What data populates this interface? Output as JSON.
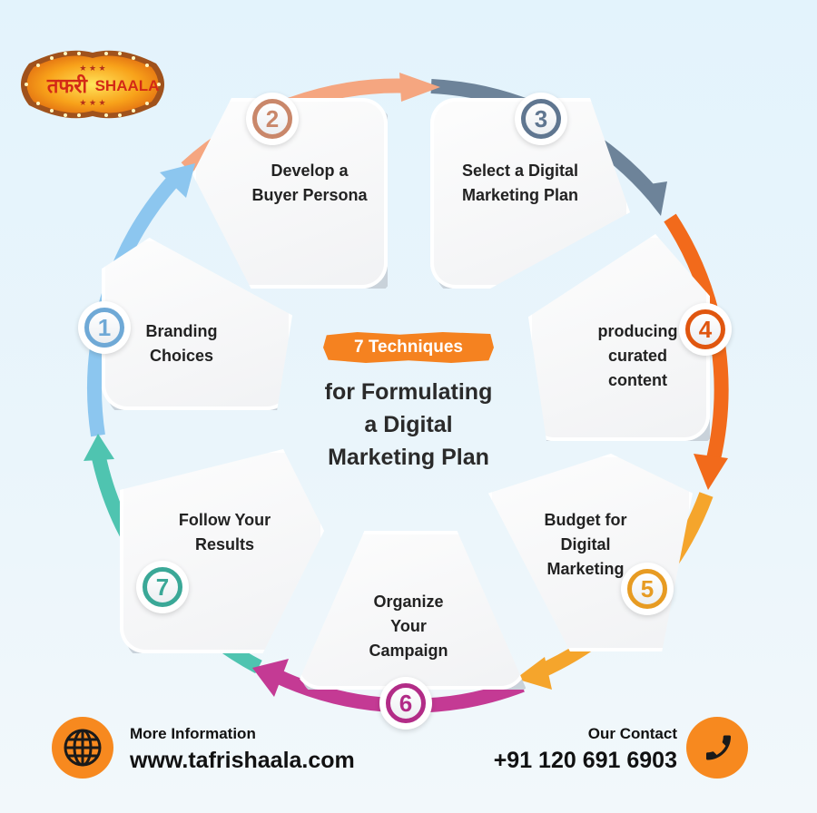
{
  "brand": {
    "logo_text_devanagari": "तफरी",
    "logo_text_latin": "SHAALA",
    "logo_stars": "★ ★ ★"
  },
  "center": {
    "tag": "7 Techniques",
    "title_lines": [
      "for Formulating",
      "a Digital",
      "Marketing Plan"
    ]
  },
  "steps": [
    {
      "number": "1",
      "lines": [
        "Branding",
        "Choices"
      ],
      "color": "#6fa9d6"
    },
    {
      "number": "2",
      "lines": [
        "Develop a",
        "Buyer Persona"
      ],
      "color": "#c9876a"
    },
    {
      "number": "3",
      "lines": [
        "Select a Digital",
        "Marketing Plan"
      ],
      "color": "#5f7690"
    },
    {
      "number": "4",
      "lines": [
        "producing",
        "curated",
        "content"
      ],
      "color": "#e0560f"
    },
    {
      "number": "5",
      "lines": [
        "Budget for",
        "Digital",
        "Marketing"
      ],
      "color": "#e79b22"
    },
    {
      "number": "6",
      "lines": [
        "Organize",
        "Your",
        "Campaign"
      ],
      "color": "#b22c87"
    },
    {
      "number": "7",
      "lines": [
        "Follow Your",
        "Results"
      ],
      "color": "#3aa897"
    }
  ],
  "arrow_colors": {
    "a1": "#8cc6ef",
    "a2": "#f5a680",
    "a3": "#6d8399",
    "a4": "#f26a1b",
    "a5": "#f5a52c",
    "a6": "#c43a94",
    "a7": "#4fc4b0"
  },
  "footer": {
    "info_label": "More Information",
    "website": "www.tafrishaala.com",
    "contact_label": "Our Contact",
    "phone": "+91 120 691 6903",
    "accent": "#f7891f"
  }
}
